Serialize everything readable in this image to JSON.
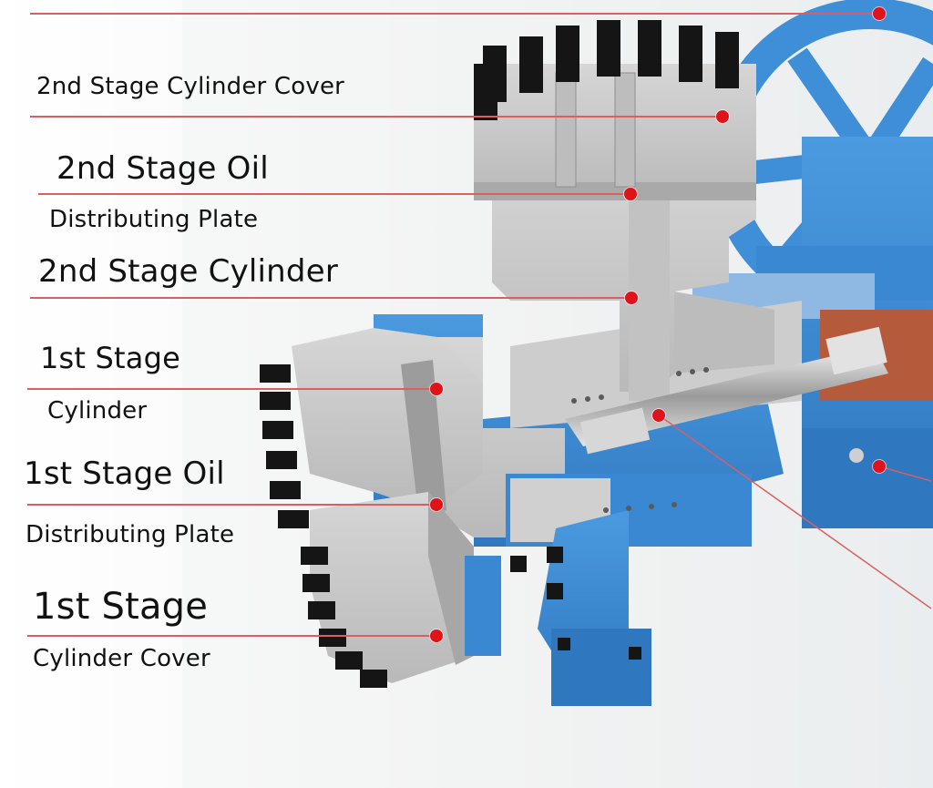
{
  "labels": {
    "second_stage_cylinder_cover": "2nd Stage Cylinder Cover",
    "second_stage_oil_line1": "2nd Stage Oil",
    "second_stage_oil_line2": "Distributing  Plate",
    "second_stage_cylinder": "2nd Stage Cylinder",
    "first_stage_cylinder_line1": "1st Stage",
    "first_stage_cylinder_line2": "Cylinder",
    "first_stage_oil_line1": "1st Stage Oil",
    "first_stage_oil_line2": "Distributing  Plate",
    "first_stage_cover_line1": "1st Stage",
    "first_stage_cover_line2": "Cylinder Cover"
  },
  "colors": {
    "machine_blue": "#3f8fd8",
    "machine_blue_dark": "#2a6fb3",
    "machine_gray": "#c9c9c9",
    "bolt_black": "#151515",
    "leader_red": "#d9605f",
    "dot_red": "#e0121a"
  }
}
